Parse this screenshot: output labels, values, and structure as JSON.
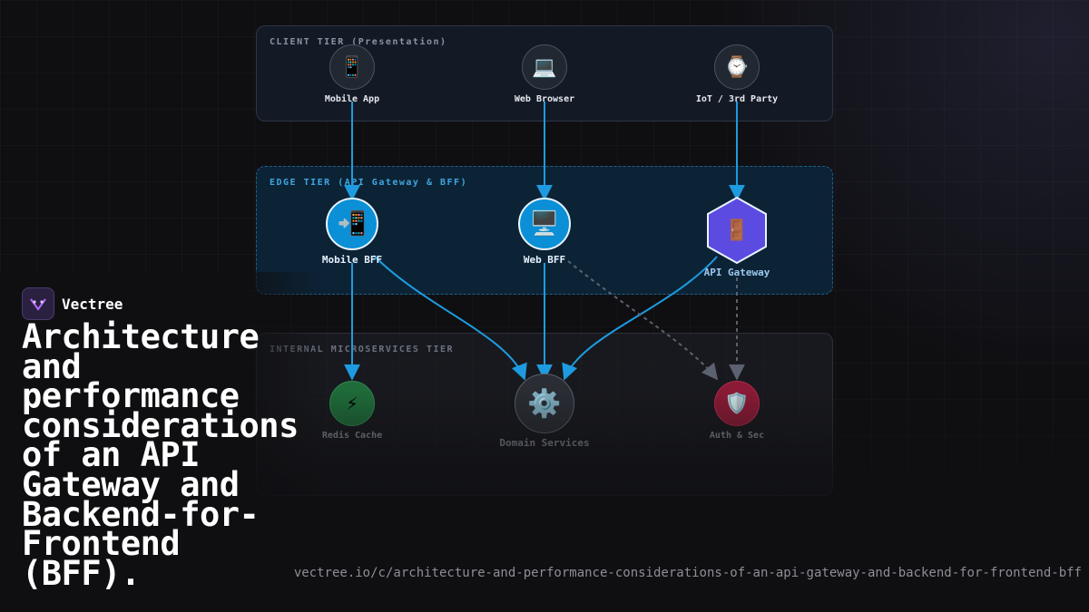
{
  "brand": {
    "name": "Vectree"
  },
  "headline": "Architecture and performance considerations of an API Gateway and Backend-for-Frontend (BFF).",
  "url": "vectree.io/c/architecture-and-performance-considerations-of-an-api-gateway-and-backend-for-frontend-bff",
  "tiers": {
    "client": {
      "label": "CLIENT TIER (Presentation)",
      "nodes": [
        {
          "label": "Mobile App",
          "icon": "mobile-phone-icon",
          "glyph": "📱"
        },
        {
          "label": "Web Browser",
          "icon": "laptop-icon",
          "glyph": "💻"
        },
        {
          "label": "IoT / 3rd Party",
          "icon": "watch-icon",
          "glyph": "⌚"
        }
      ]
    },
    "edge": {
      "label": "EDGE TIER (API Gateway & BFF)",
      "nodes": [
        {
          "label": "Mobile BFF",
          "icon": "mobile-arrow-icon",
          "glyph": "📲"
        },
        {
          "label": "Web BFF",
          "icon": "desktop-icon",
          "glyph": "🖥️"
        },
        {
          "label": "API Gateway",
          "icon": "door-icon",
          "glyph": "🚪"
        }
      ]
    },
    "internal": {
      "label": "INTERNAL MICROSERVICES TIER",
      "nodes": [
        {
          "label": "Redis Cache",
          "icon": "lightning-icon",
          "glyph": "⚡"
        },
        {
          "label": "Domain Services",
          "icon": "gear-icon",
          "glyph": "⚙️"
        },
        {
          "label": "Auth & Sec",
          "icon": "shield-icon",
          "glyph": "🛡️"
        }
      ]
    }
  },
  "colors": {
    "accent_blue": "#0b8fd6",
    "edge_border": "#1f5f86",
    "gateway_purple": "#5b4be0",
    "redis_green": "#1f6b3a",
    "auth_red": "#8a1a35"
  }
}
